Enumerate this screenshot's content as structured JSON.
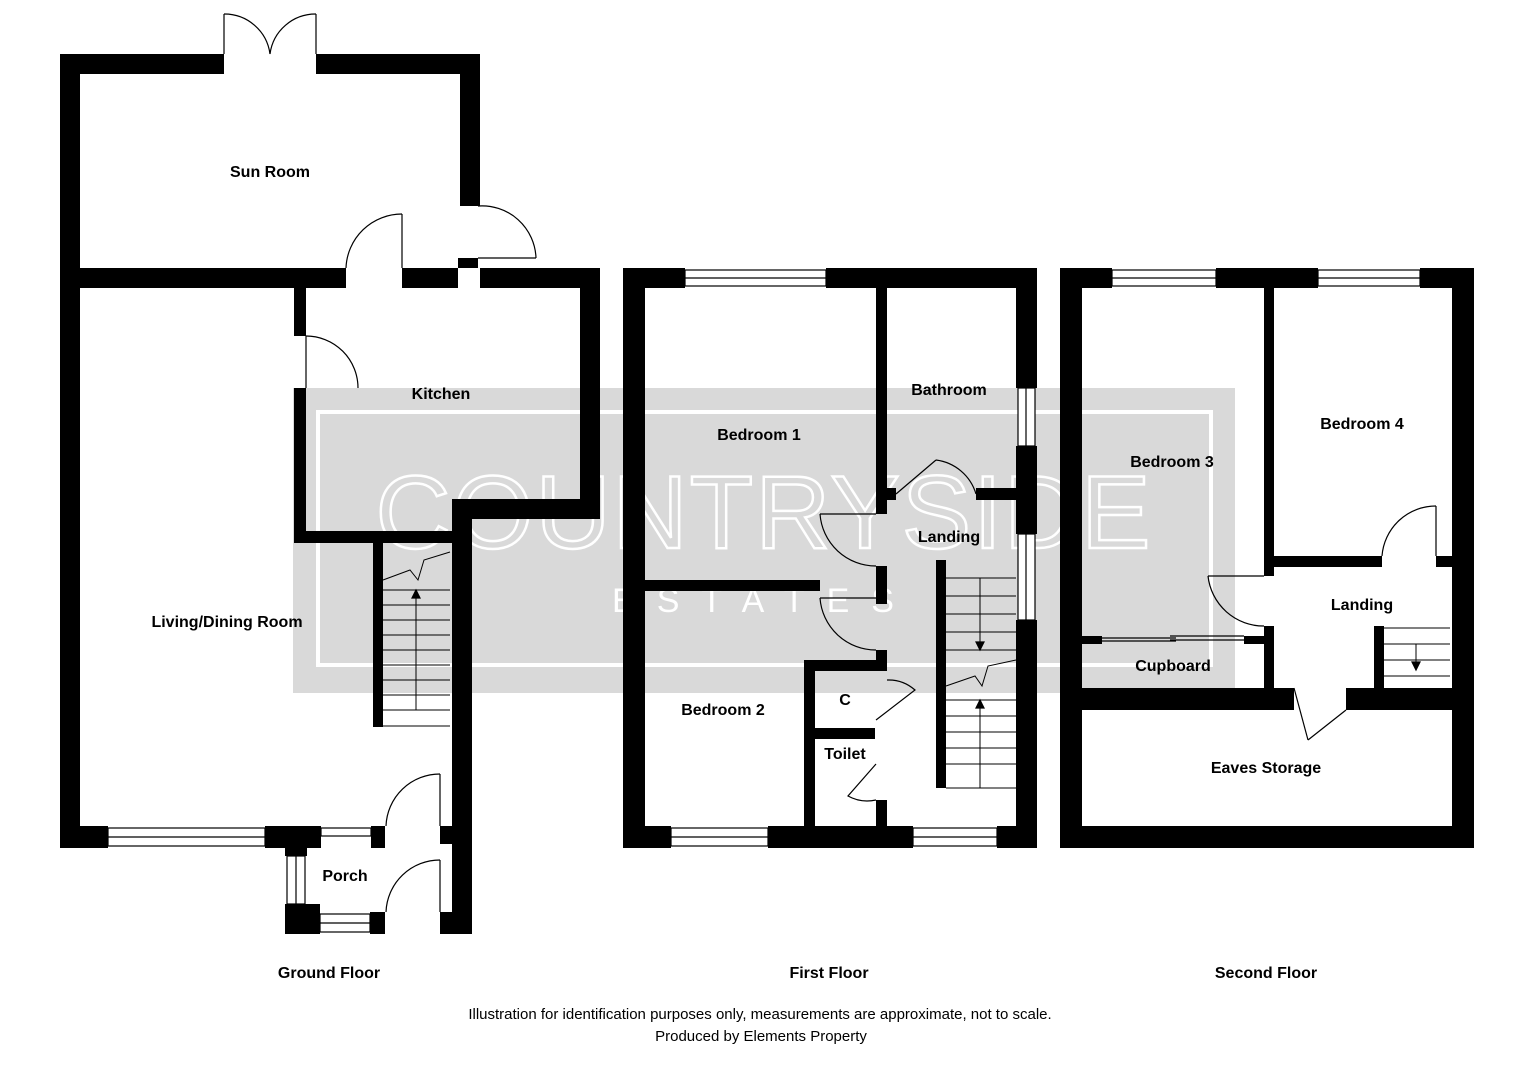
{
  "watermark": {
    "brand": "COUNTRYSIDE",
    "sub": "ESTATES"
  },
  "rooms": {
    "sun_room": "Sun Room",
    "kitchen": "Kitchen",
    "living_dining": "Living/Dining Room",
    "porch": "Porch",
    "bedroom_1": "Bedroom 1",
    "bathroom": "Bathroom",
    "landing_first": "Landing",
    "bedroom_2": "Bedroom 2",
    "cupboard_c": "C",
    "toilet": "Toilet",
    "bedroom_3": "Bedroom 3",
    "bedroom_4": "Bedroom 4",
    "landing_second": "Landing",
    "cupboard": "Cupboard",
    "eaves_storage": "Eaves Storage"
  },
  "floors": {
    "ground": "Ground Floor",
    "first": "First Floor",
    "second": "Second Floor"
  },
  "footer": {
    "disclaimer": "Illustration for identification purposes only, measurements are approximate, not to scale.",
    "producer": "Produced by Elements Property"
  }
}
